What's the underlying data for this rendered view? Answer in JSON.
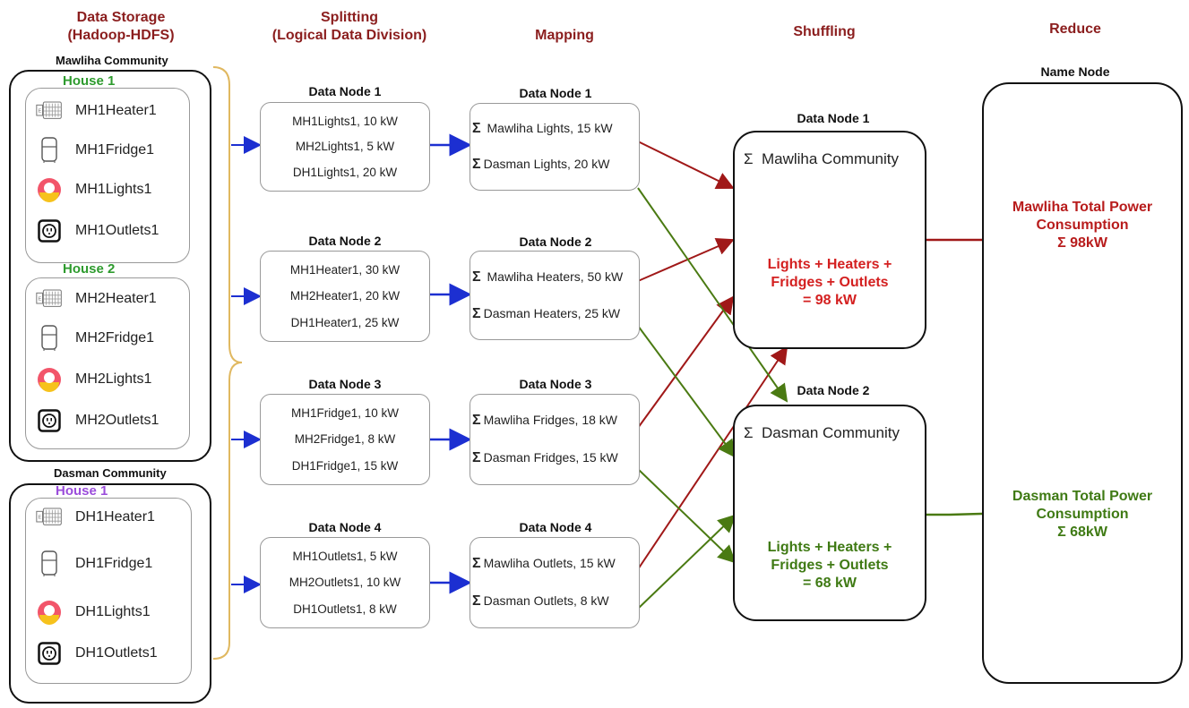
{
  "stages": {
    "storage": "Data Storage\n(Hadoop-HDFS)",
    "splitting": "Splitting\n(Logical Data Division)",
    "mapping": "Mapping",
    "shuffling": "Shuffling",
    "reduce": "Reduce"
  },
  "storage": {
    "mawliha_title": "Mawliha Community",
    "dasman_title": "Dasman Community",
    "houses": [
      {
        "title": "House 1",
        "color": "#2e9b2e",
        "devices": [
          {
            "icon": "heater-icon",
            "label": "MH1Heater1"
          },
          {
            "icon": "fridge-icon",
            "label": "MH1Fridge1"
          },
          {
            "icon": "lights-icon",
            "label": "MH1Lights1"
          },
          {
            "icon": "outlet-icon",
            "label": "MH1Outlets1"
          }
        ]
      },
      {
        "title": "House 2",
        "color": "#2e9b2e",
        "devices": [
          {
            "icon": "heater-icon",
            "label": "MH2Heater1"
          },
          {
            "icon": "fridge-icon",
            "label": "MH2Fridge1"
          },
          {
            "icon": "lights-icon",
            "label": "MH2Lights1"
          },
          {
            "icon": "outlet-icon",
            "label": "MH2Outlets1"
          }
        ]
      },
      {
        "title": "House 1",
        "color": "#9b4ddb",
        "devices": [
          {
            "icon": "heater-icon",
            "label": "DH1Heater1"
          },
          {
            "icon": "fridge-icon",
            "label": "DH1Fridge1"
          },
          {
            "icon": "lights-icon",
            "label": "DH1Lights1"
          },
          {
            "icon": "outlet-icon",
            "label": "DH1Outlets1"
          }
        ]
      }
    ]
  },
  "splitting": [
    {
      "label": "Data Node 1",
      "lines": [
        "MH1Lights1, 10 kW",
        "MH2Lights1, 5 kW",
        "DH1Lights1, 20 kW"
      ]
    },
    {
      "label": "Data Node 2",
      "lines": [
        "MH1Heater1, 30 kW",
        "MH2Heater1, 20 kW",
        "DH1Heater1, 25 kW"
      ]
    },
    {
      "label": "Data Node 3",
      "lines": [
        "MH1Fridge1, 10 kW",
        "MH2Fridge1, 8 kW",
        "DH1Fridge1, 15 kW"
      ]
    },
    {
      "label": "Data Node 4",
      "lines": [
        "MH1Outlets1, 5 kW",
        "MH2Outlets1, 10 kW",
        "DH1Outlets1, 8 kW"
      ]
    }
  ],
  "mapping": [
    {
      "label": "Data Node 1",
      "lines": [
        "Mawliha Lights, 15 kW",
        "Dasman Lights, 20 kW"
      ]
    },
    {
      "label": "Data Node 2",
      "lines": [
        "Mawliha Heaters, 50 kW",
        "Dasman Heaters, 25 kW"
      ]
    },
    {
      "label": "Data Node 3",
      "lines": [
        "Mawliha Fridges, 18 kW",
        "Dasman Fridges, 15 kW"
      ]
    },
    {
      "label": "Data Node 4",
      "lines": [
        "Mawliha Outlets, 15 kW",
        "Dasman Outlets, 8 kW"
      ]
    }
  ],
  "sigma": "Σ",
  "shuffling": [
    {
      "label": "Data Node 1",
      "heading": "Mawliha Community",
      "sum": "Lights + Heaters +\nFridges + Outlets\n= 98 kW",
      "color": "#d42020"
    },
    {
      "label": "Data Node 2",
      "heading": "Dasman Community",
      "sum": "Lights + Heaters +\nFridges + Outlets\n= 68 kW",
      "color": "#3f7a14"
    }
  ],
  "reduce": {
    "label": "Name Node",
    "totals": [
      {
        "text": "Mawliha Total Power\nConsumption\nΣ 98kW",
        "color": "#b81c1c"
      },
      {
        "text": "Dasman Total Power\nConsumption\nΣ 68kW",
        "color": "#3f7a14"
      }
    ]
  },
  "colors": {
    "stage_title": "#8b1e1e",
    "blue_arrow": "#1c2fd1",
    "red_arrow": "#a01818",
    "green_arrow": "#4a7a12",
    "bracket": "#e0b860"
  }
}
